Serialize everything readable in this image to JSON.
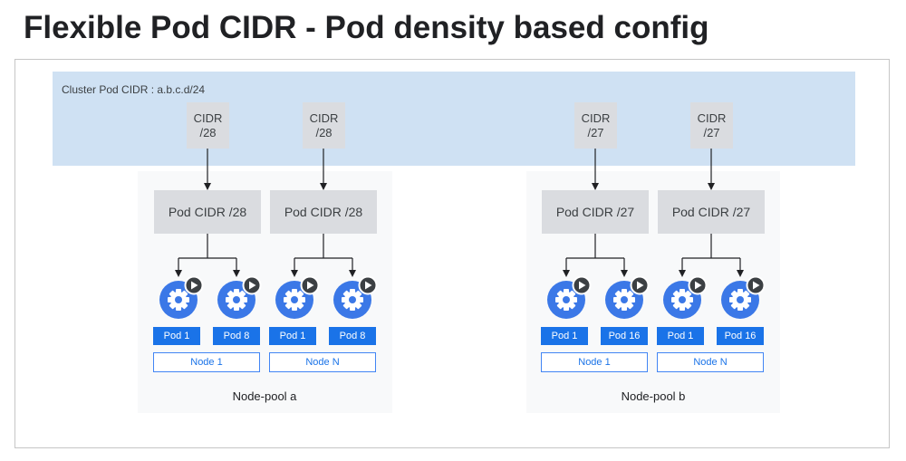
{
  "title": "Flexible Pod CIDR - Pod density based config",
  "cluster": {
    "label": "Cluster Pod CIDR : a.b.c.d/24"
  },
  "cidrs": [
    {
      "text": "CIDR\n/28"
    },
    {
      "text": "CIDR\n/28"
    },
    {
      "text": "CIDR\n/27"
    },
    {
      "text": "CIDR\n/27"
    }
  ],
  "pod_cidrs": [
    {
      "text": "Pod CIDR /28"
    },
    {
      "text": "Pod CIDR /28"
    },
    {
      "text": "Pod CIDR /27"
    },
    {
      "text": "Pod CIDR /27"
    }
  ],
  "pods": [
    {
      "label": "Pod 1"
    },
    {
      "label": "Pod 8"
    },
    {
      "label": "Pod 1"
    },
    {
      "label": "Pod 8"
    },
    {
      "label": "Pod 1"
    },
    {
      "label": "Pod 16"
    },
    {
      "label": "Pod 1"
    },
    {
      "label": "Pod 16"
    }
  ],
  "nodes": [
    {
      "label": "Node 1"
    },
    {
      "label": "Node N"
    },
    {
      "label": "Node 1"
    },
    {
      "label": "Node N"
    }
  ],
  "pools": [
    {
      "label": "Node-pool a"
    },
    {
      "label": "Node-pool b"
    }
  ],
  "colors": {
    "cluster_band": "#cfe1f3",
    "pod_blue": "#1a73e8",
    "icon_blue": "#3b78e7",
    "gray_box": "#dadce0",
    "pool_bg": "#f8f9fa"
  },
  "icons": {
    "pod": "gear-icon",
    "badge": "play-icon"
  }
}
